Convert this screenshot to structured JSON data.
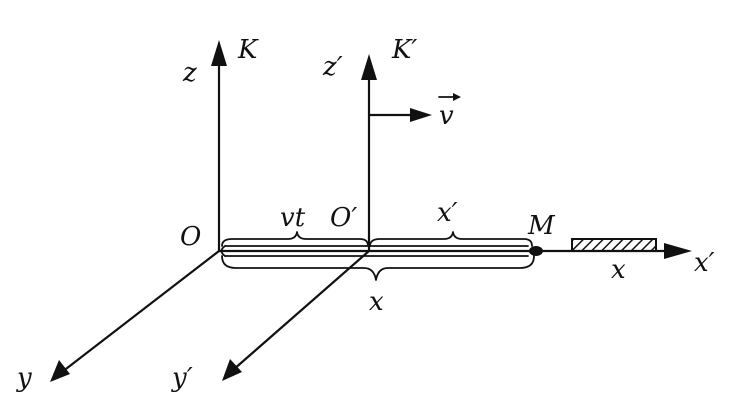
{
  "labels": {
    "frame_k": "K",
    "frame_k_prime": "K′",
    "z": "z",
    "z_prime": "z′",
    "velocity": "v",
    "origin": "O",
    "origin_prime": "O′",
    "vt": "vt",
    "x_prime_brace": "x′",
    "point_m": "M",
    "x_brace": "x",
    "x_axis": "x",
    "x_prime_axis": "x′",
    "y": "y",
    "y_prime": "y′"
  },
  "colors": {
    "ink": "#111111",
    "background": "#ffffff"
  }
}
